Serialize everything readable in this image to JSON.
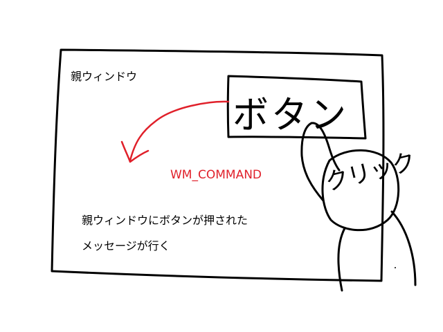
{
  "parent_window": {
    "title": "親ウィンドウ",
    "message_line1": "親ウィンドウにボタンが押された",
    "message_line2": "メッセージが行く"
  },
  "button": {
    "label": "ボタン"
  },
  "arrow": {
    "label": "WM_COMMAND",
    "color": "#e0202a"
  },
  "person": {
    "action_label": "クリック"
  },
  "colors": {
    "ink": "#000000",
    "arrow": "#e0202a",
    "background": "#ffffff"
  }
}
